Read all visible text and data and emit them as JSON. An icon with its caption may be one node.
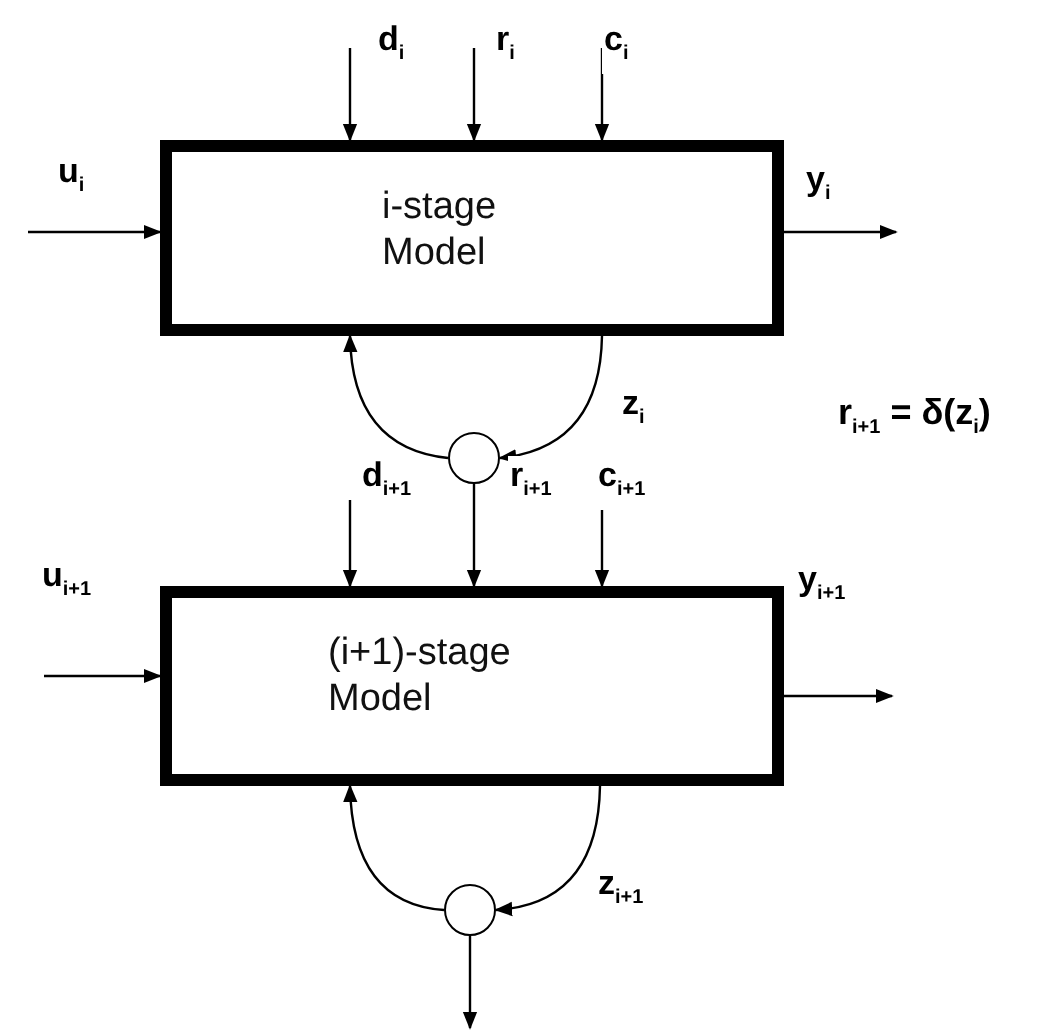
{
  "diagram": {
    "nodes": [
      {
        "text": [
          "i-stage Model"
        ]
      },
      {
        "text": [],
        "shape": "circle"
      },
      {
        "text": [
          "(i+1)-stage Model"
        ]
      },
      {
        "text": [],
        "shape": "circle"
      }
    ],
    "edges": [
      {
        "from": null,
        "to": 0,
        "arrow": "to",
        "label": "u$_{i}$"
      },
      {
        "from": null,
        "to": 0,
        "arrow": "to",
        "label": "d$_{i}$"
      },
      {
        "from": null,
        "to": 0,
        "arrow": "to",
        "label": "r$_{i}$"
      },
      {
        "from": null,
        "to": 0,
        "arrow": "to",
        "label": "c$_{i}$"
      },
      {
        "from": 0,
        "to": null,
        "arrow": "to",
        "label": "y$_{i}$"
      },
      {
        "from": 0,
        "to": 1,
        "arrow": "to",
        "label": "z$_{i}$"
      },
      {
        "from": 1,
        "to": 0,
        "arrow": "to"
      },
      {
        "from": null,
        "to": 2,
        "arrow": "to",
        "label": "u$_{i+1}$"
      },
      {
        "from": null,
        "to": 2,
        "arrow": "to",
        "label": "d$_{i+1}$"
      },
      {
        "from": 1,
        "to": 2,
        "arrow": "to",
        "label": "r$_{i+1}$"
      },
      {
        "from": null,
        "to": 2,
        "arrow": "to",
        "label": "c$_{i+1}$"
      },
      {
        "from": 2,
        "to": null,
        "arrow": "to",
        "label": "y$_{i+1}$"
      },
      {
        "from": 2,
        "to": 3,
        "arrow": "to",
        "label": "z$_{i+1}$"
      },
      {
        "from": 3,
        "to": 2,
        "arrow": "to"
      },
      {
        "from": 3,
        "to": null,
        "arrow": "to"
      }
    ],
    "labels": [
      "r$_{i+1}$ = δ(z$_{i}$)"
    ]
  }
}
